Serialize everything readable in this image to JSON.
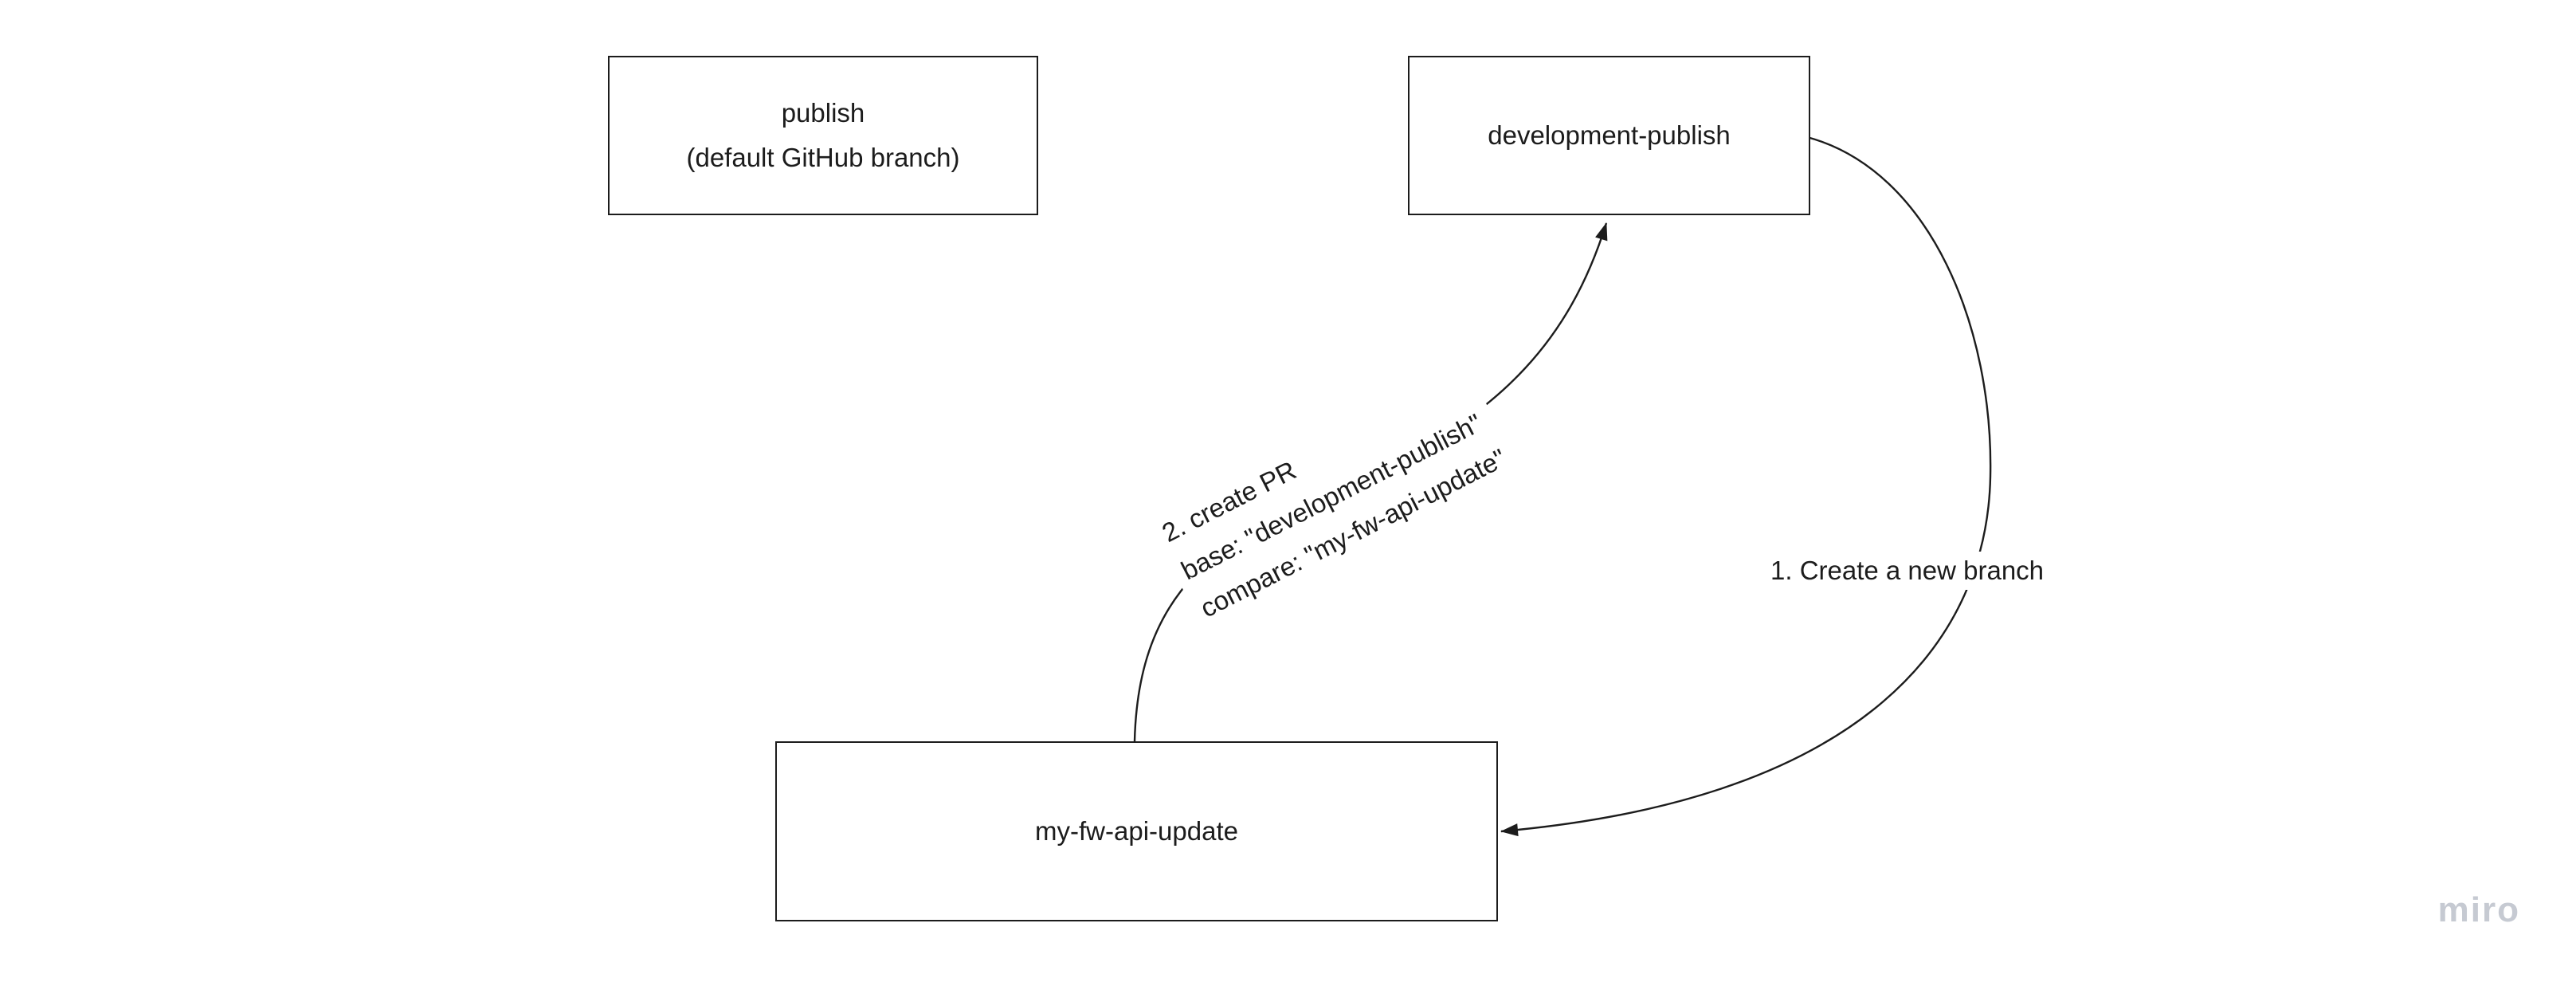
{
  "board": {
    "background": "#ffffff",
    "watermark": "miro"
  },
  "nodes": {
    "publish": {
      "line1": "publish",
      "line2": "(default GitHub branch)"
    },
    "development_publish": {
      "label": "development-publish"
    },
    "my_fw_api_update": {
      "label": "my-fw-api-update"
    }
  },
  "edges": {
    "create_branch": {
      "label": "1. Create a new branch"
    },
    "create_pr": {
      "line1": "2. create PR",
      "line2": "base: \"development-publish\"",
      "line3": "compare: \"my-fw-api-update\""
    }
  },
  "colors": {
    "background": "#ffffff",
    "line": "#1c1c1c",
    "text": "#1c1c1c",
    "watermark": "#c6cad2"
  }
}
